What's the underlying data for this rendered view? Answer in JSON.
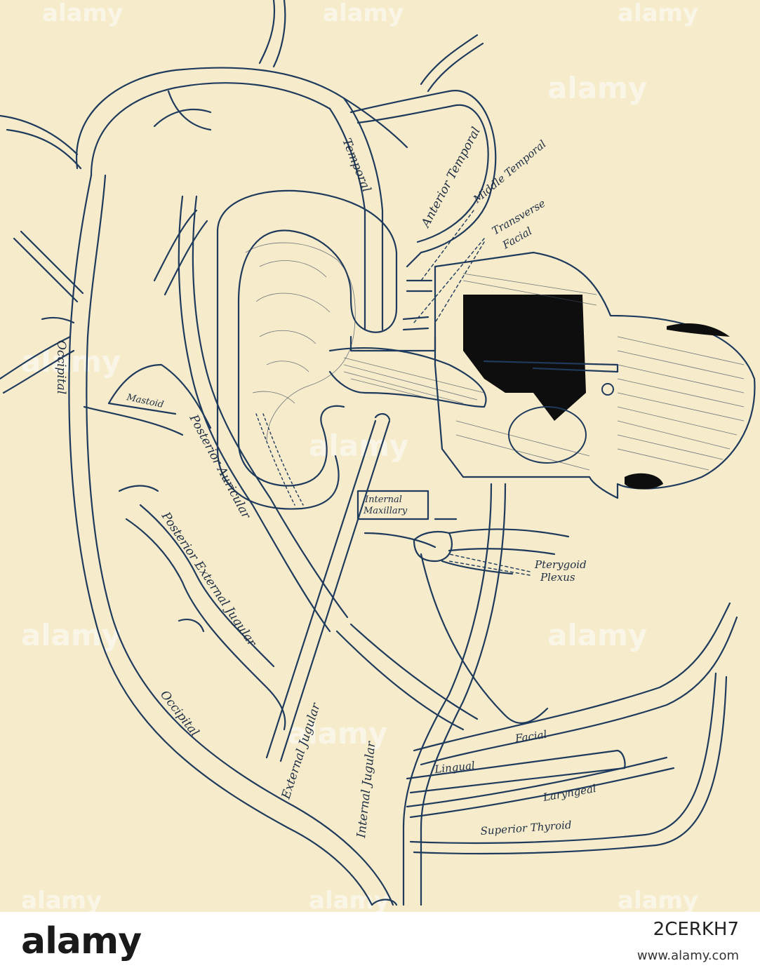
{
  "labels": {
    "temporal": "Temporal",
    "anterior_temporal": "Anterior Temporal",
    "middle_temporal": "Middle Temporal",
    "transverse": "Transverse",
    "facial_sub": "Facial",
    "occipital_upper": "Occipital",
    "mastoid": "Mastoid",
    "posterior_auricular": "Posterior Auricular",
    "posterior_external_jugular": "Posterior External Jugular",
    "internal_maxillary_1": "Internal",
    "internal_maxillary_2": "Maxillary",
    "pterygoid": "Pterygoid",
    "plexus": "Plexus",
    "occipital_lower": "Occipital",
    "external_jugular": "External Jugular",
    "internal_jugular": "Internal Jugular",
    "facial": "Facial",
    "lingual": "Lingual",
    "laryngeal": "Laryngeal",
    "superior_thyroid": "Superior Thyroid"
  },
  "watermark": "alamy",
  "footer": {
    "logo": "alamy",
    "image_id": "2CERKH7",
    "site": "www.alamy.com"
  },
  "colors": {
    "background": "#f6ebcb",
    "vein_stroke": "#1e3a5c",
    "footer_bg": "#ffffff"
  }
}
